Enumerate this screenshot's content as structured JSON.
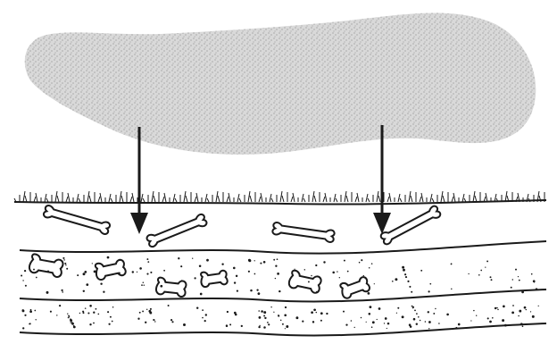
{
  "diagram": {
    "colors": {
      "background": "#ffffff",
      "ink": "#1a1a1a",
      "cloud_fill": "#d9d9d9",
      "cloud_stipple": "#8c8c8c"
    },
    "elements": {
      "cloud": "stippled-cloud-shape",
      "arrows": [
        "down-arrow-icon",
        "down-arrow-icon"
      ],
      "ground": "grass-ground-line",
      "layers": [
        "top-bone-layer",
        "middle-fragment-layer",
        "bottom-sediment-layer"
      ],
      "bones": [
        "bone-icon",
        "bone-icon",
        "bone-icon",
        "bone-icon",
        "bone-icon"
      ],
      "fragments": [
        "bone-fragment-icon",
        "bone-fragment-icon",
        "bone-fragment-icon",
        "bone-fragment-icon",
        "bone-fragment-icon",
        "bone-fragment-icon"
      ]
    }
  }
}
